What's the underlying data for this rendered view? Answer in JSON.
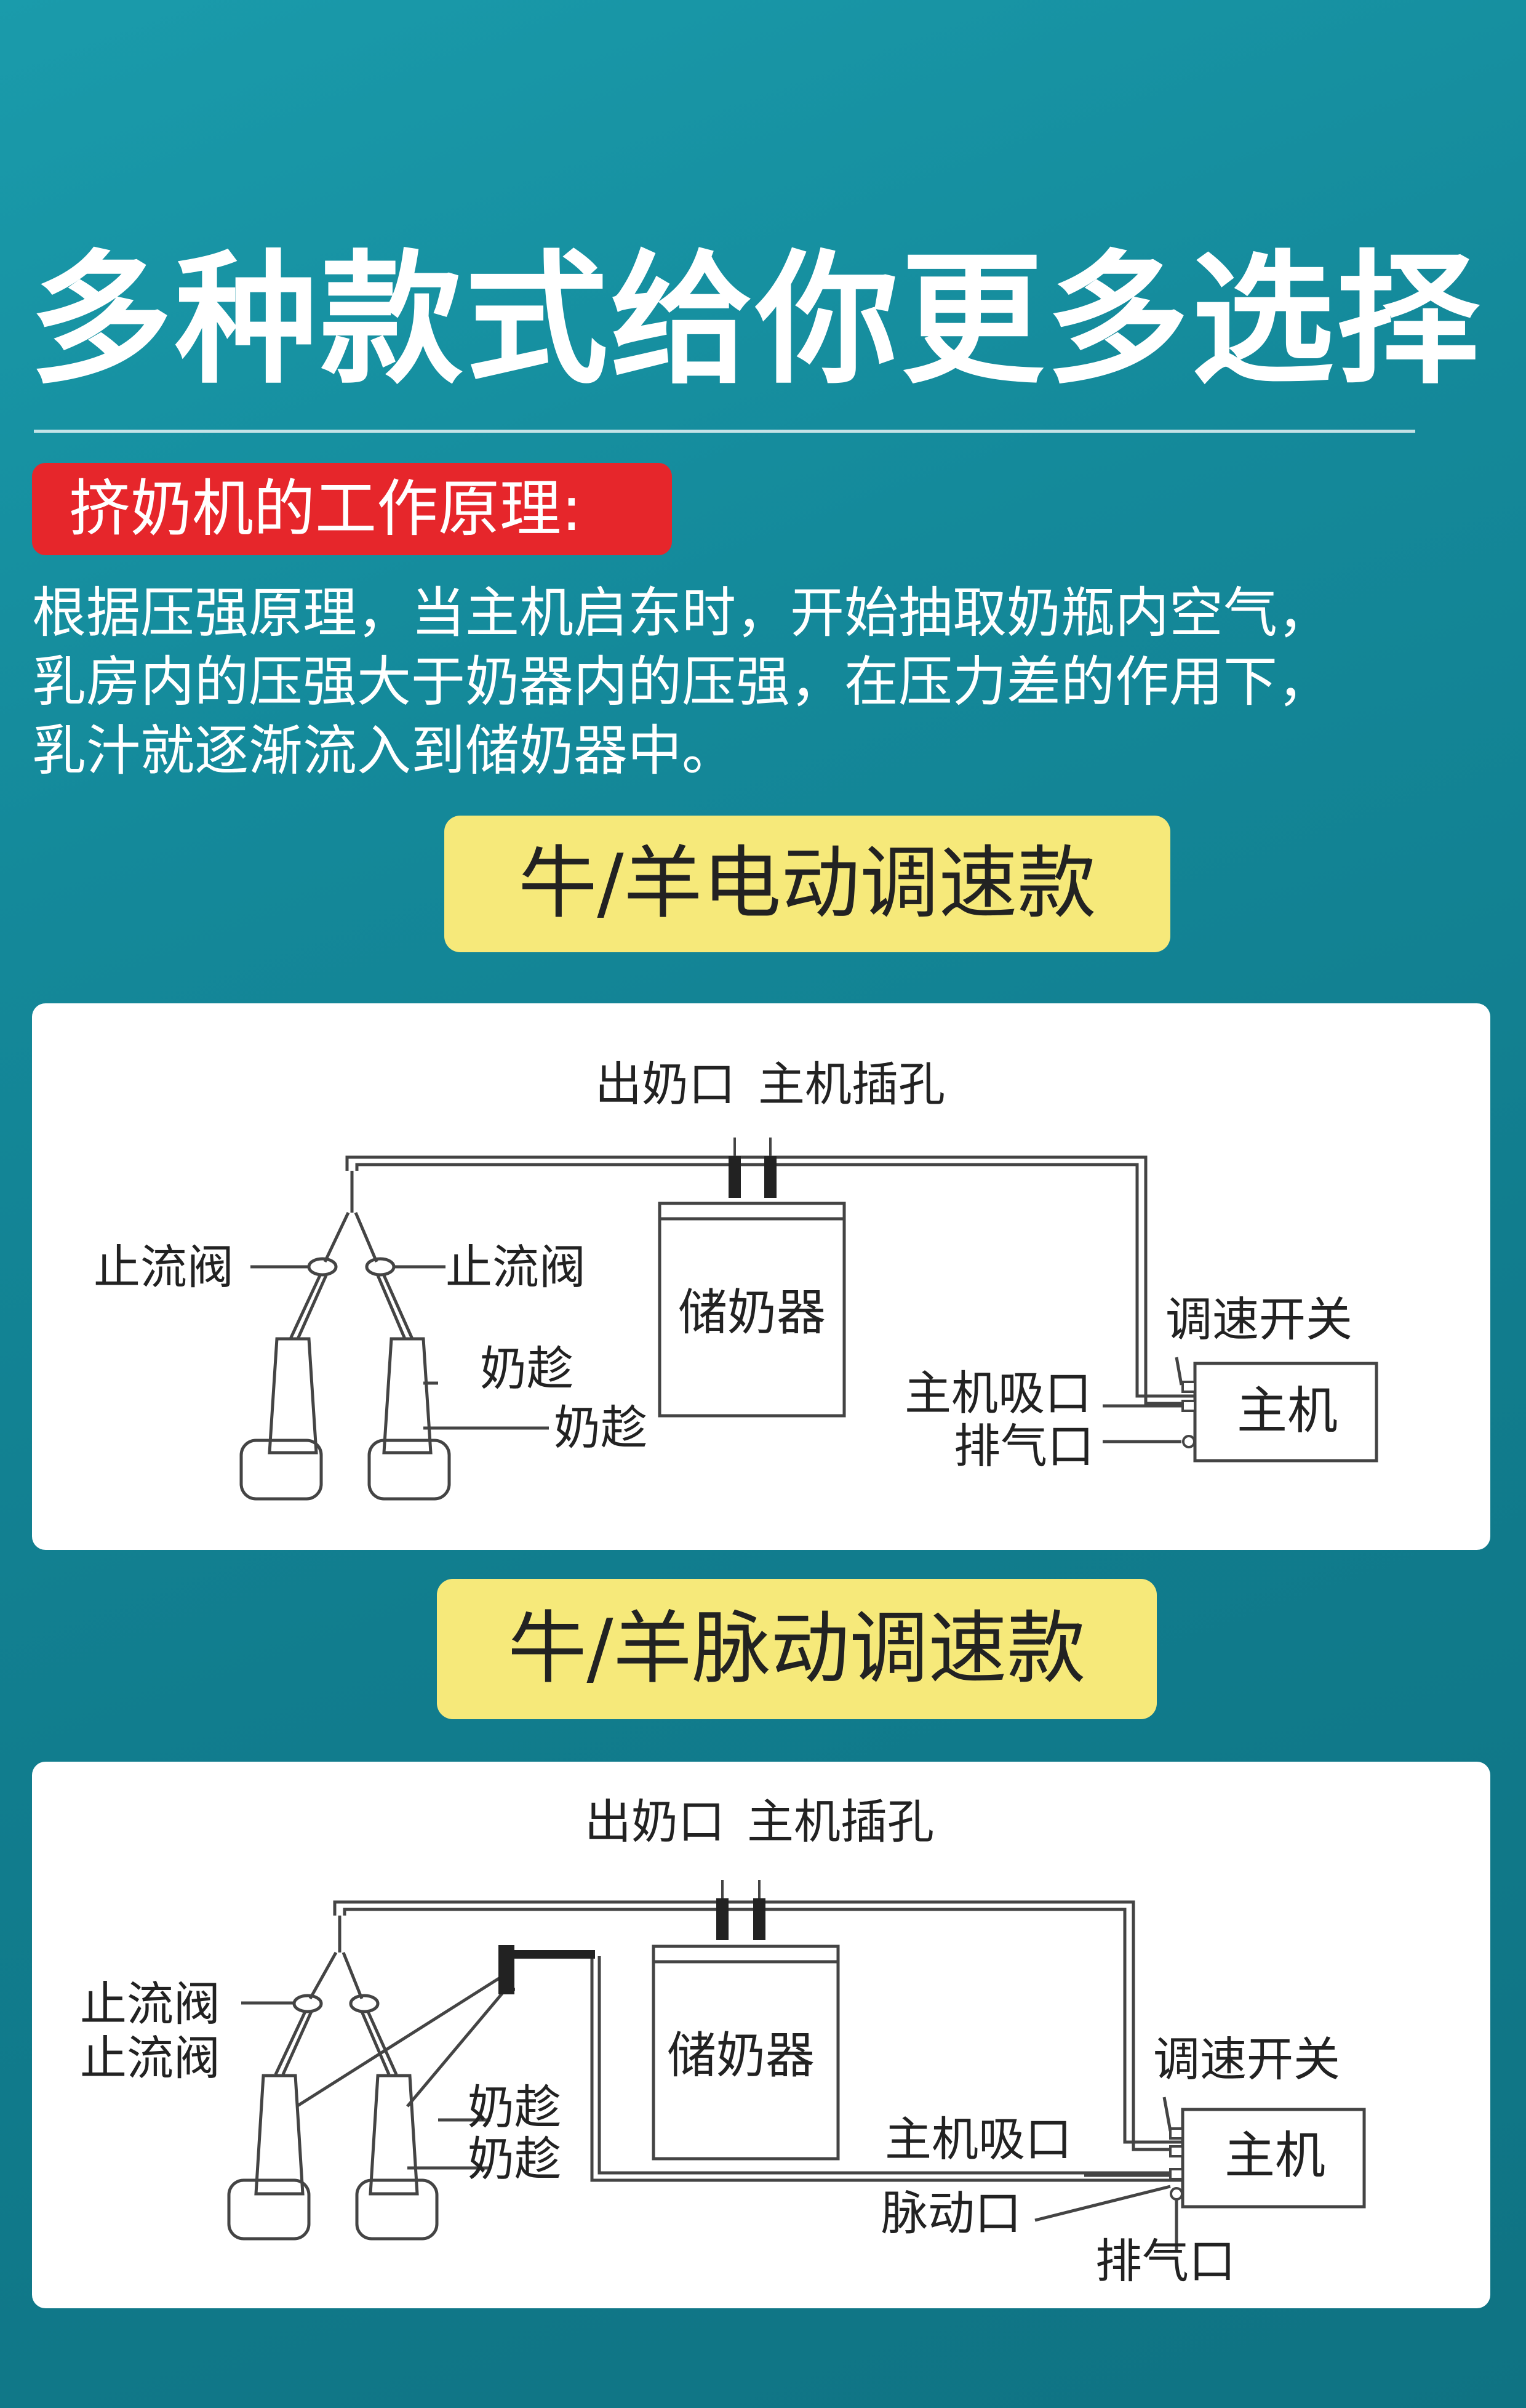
{
  "title": "多种款式给你更多选择",
  "principle": {
    "badge": "挤奶机的工作原理:",
    "lines": [
      "根据压强原理，当主机启东时，开始抽取奶瓶内空气，",
      "乳房内的压强大于奶器内的压强，在压力差的作用下，",
      "乳汁就逐渐流入到储奶器中。"
    ]
  },
  "models": [
    {
      "name": "牛/羊电动调速款",
      "labels": {
        "outlet": "出奶口",
        "host_jack": "主机插孔",
        "valve_left": "止流阀",
        "valve_right": "止流阀",
        "tank": "储奶器",
        "cup_1": "奶趁",
        "cup_2": "奶趁",
        "speed_switch": "调速开关",
        "host_intake": "主机吸口",
        "exhaust": "排气口",
        "host": "主机"
      }
    },
    {
      "name": "牛/羊脉动调速款",
      "labels": {
        "outlet": "出奶口",
        "host_jack": "主机插孔",
        "valve_1": "止流阀",
        "valve_2": "止流阀",
        "tank": "储奶器",
        "cup_1": "奶趁",
        "cup_2": "奶趁",
        "speed_switch": "调速开关",
        "host_intake": "主机吸口",
        "pulse_port": "脉动口",
        "exhaust": "排气口",
        "host": "主机"
      }
    }
  ]
}
